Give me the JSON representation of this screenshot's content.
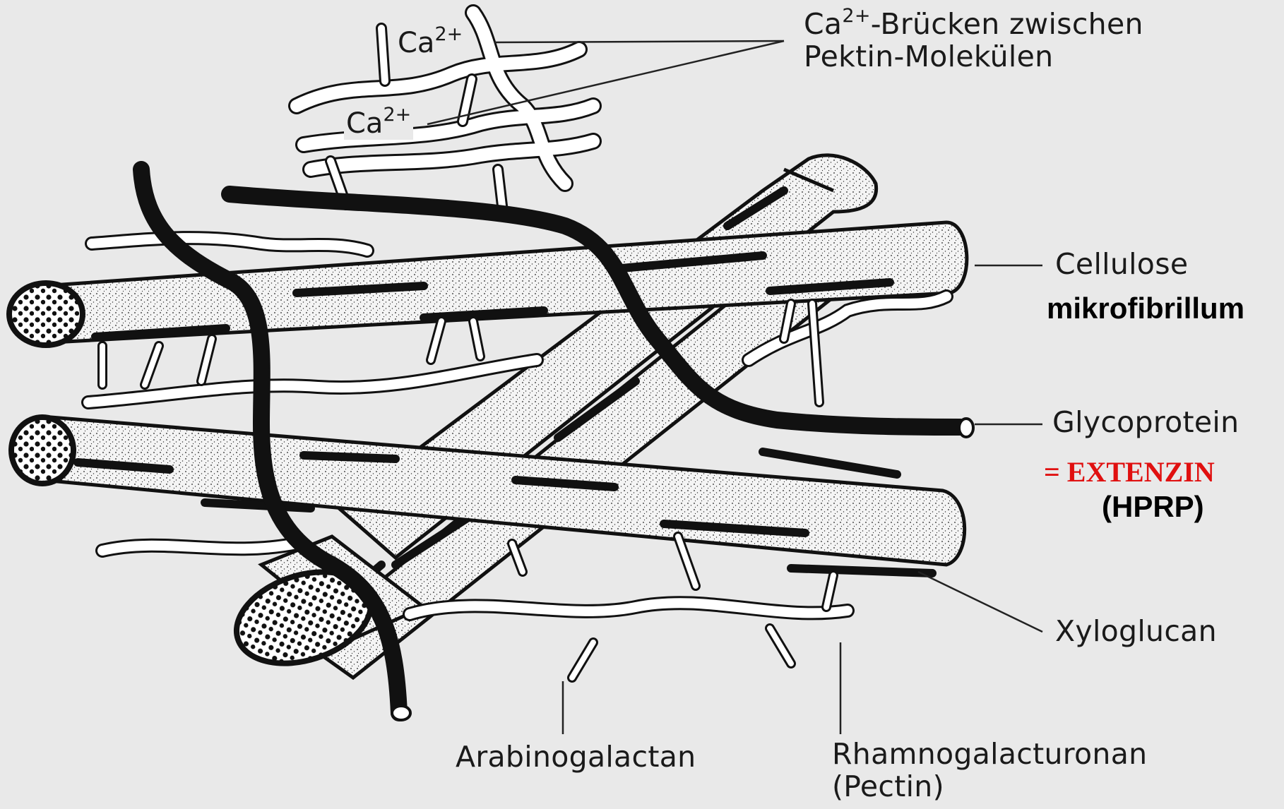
{
  "colors": {
    "background": "#e9e9e9",
    "ink": "#111111",
    "accent": "#e01010"
  },
  "labels": {
    "ca_bridge_line1_prefix": "Ca",
    "ca_bridge_line1_sup": "2+",
    "ca_bridge_line1_rest": "-Brücken zwischen",
    "ca_bridge_line2": "Pektin-Molekülen",
    "ca_ion_base": "Ca",
    "ca_ion_sup": "2+",
    "cellulose": "Cellulose",
    "mikrofibrillum": "mikrofibrillum",
    "glycoprotein": "Glycoprotein",
    "extenzin": "= EXTENZIN",
    "hprp": "(HPRP)",
    "xyloglucan": "Xyloglucan",
    "arabinogalactan": "Arabinogalactan",
    "rhamnogalacturonan": "Rhamnogalacturonan",
    "pectin": "(Pectin)"
  }
}
